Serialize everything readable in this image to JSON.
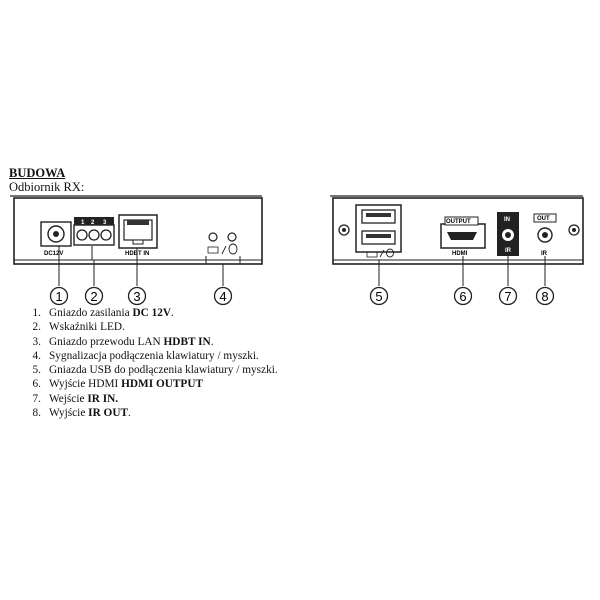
{
  "heading": "BUDOWA",
  "subheading": "Odbiornik RX:",
  "panel_labels": {
    "dc": "DC12V",
    "led_numbers": [
      "1",
      "2",
      "3"
    ],
    "hdbt": "HDBT IN",
    "hdmi_top": "OUTPUT",
    "hdmi_bottom": "HDMI",
    "ir_in_top": "IN",
    "ir_in_bottom": "IR",
    "ir_out_top": "OUT",
    "ir_out_bottom": "IR"
  },
  "callouts": [
    "1",
    "2",
    "3",
    "4",
    "5",
    "6",
    "7",
    "8"
  ],
  "legend": [
    {
      "n": "1.",
      "text": "Gniazdo zasilania ",
      "bold": "DC 12V",
      "tail": "."
    },
    {
      "n": "2.",
      "text": "Wskaźniki LED.",
      "bold": "",
      "tail": ""
    },
    {
      "n": "3.",
      "text": "Gniazdo przewodu LAN ",
      "bold": "HDBT IN",
      "tail": "."
    },
    {
      "n": "4.",
      "text": "Sygnalizacja podłączenia klawiatury / myszki.",
      "bold": "",
      "tail": ""
    },
    {
      "n": "5.",
      "text": "Gniazda USB do podłączenia klawiatury / myszki.",
      "bold": "",
      "tail": ""
    },
    {
      "n": "6.",
      "text": "Wyjście HDMI ",
      "bold": "HDMI OUTPUT",
      "tail": ""
    },
    {
      "n": "7.",
      "text": "Wejście ",
      "bold": "IR IN.",
      "tail": ""
    },
    {
      "n": "8.",
      "text": "Wyjście ",
      "bold": "IR OUT",
      "tail": "."
    }
  ]
}
